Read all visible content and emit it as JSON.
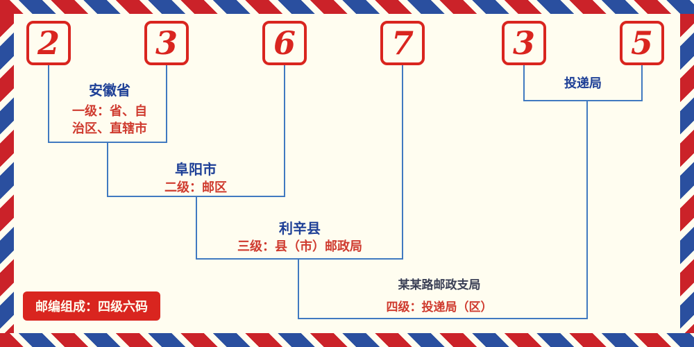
{
  "postal_code": {
    "digits": [
      "2",
      "3",
      "6",
      "7",
      "3",
      "5"
    ]
  },
  "levels": [
    {
      "name": "安徽省",
      "desc_lines": [
        "一级：省、自",
        "治区、直辖市"
      ]
    },
    {
      "name": "阜阳市",
      "desc": "二级：邮区"
    },
    {
      "name": "利辛县",
      "desc": "三级：县（市）邮政局"
    },
    {
      "name": "某某路邮政支局",
      "desc": "四级：投递局（区）"
    }
  ],
  "delivery_office_label": "投递局",
  "footer_badge": "邮编组成：四级六码",
  "colors": {
    "digit_red": "#d9251f",
    "label_blue": "#1d3f96",
    "desc_red": "#cf3a2e",
    "dark_label": "#3a3f55",
    "line_blue": "#4079c0",
    "stripe_red": "#cb2229",
    "stripe_blue": "#2a4f9f",
    "background": "#fffdf0"
  }
}
